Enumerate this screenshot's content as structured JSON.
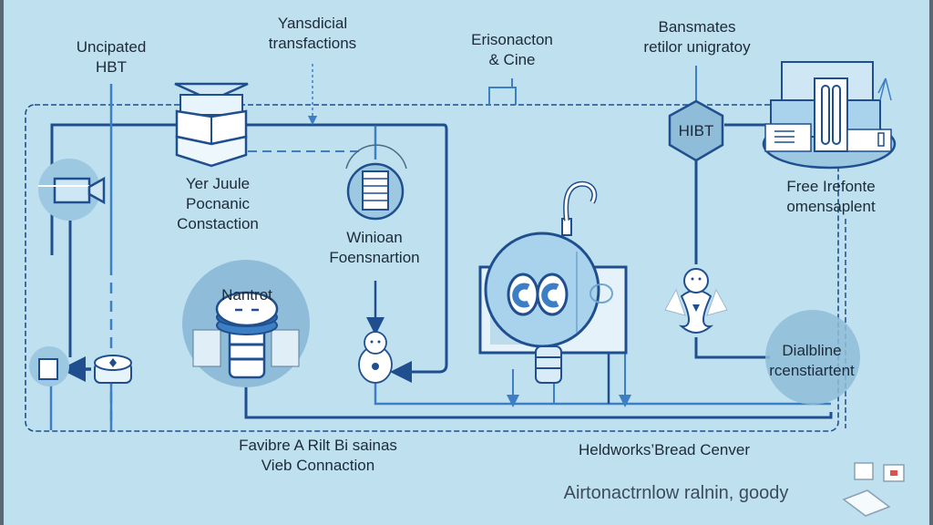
{
  "diagram": {
    "colors": {
      "background": "#bfe0ee",
      "line_dark": "#1f4f8f",
      "line_mid": "#3d7fc4",
      "node_fill": "#9cc8e2",
      "node_light": "#ffffff",
      "text": "#1c2a3a"
    },
    "labels": {
      "uncipated_hbt": [
        "Uncipated",
        "HBT"
      ],
      "yansdicial": [
        "Yansdicial",
        "transfactions"
      ],
      "erisonacton": [
        "Erisonacton",
        "& Cine"
      ],
      "bansmates": [
        "Bansmates",
        "retilor unigratoy"
      ],
      "yer_juule": [
        "Yer Juule",
        "Pocnanic",
        "Constaction"
      ],
      "winioan": [
        "Winioan",
        "Foensnartion"
      ],
      "free_irefonte": [
        "Free Irefonte",
        "omensaplent"
      ],
      "nantrot": "Nantrot",
      "hibt_hex": "HIBT",
      "dialbline": [
        "Dialbline",
        "rcenstiartent"
      ],
      "favibre": [
        "Favibre A Rilt Bi sainas",
        "Vieb Connaction"
      ],
      "heldworks": "Heldworks’Bread Cenver",
      "airtonaction": "Airtonactrnlow ralnin, goody"
    },
    "nodes": [
      {
        "id": "camera",
        "icon": "video-camera-icon"
      },
      {
        "id": "stacked-box",
        "icon": "stacked-box-icon"
      },
      {
        "id": "server-stack",
        "icon": "server-stack-icon"
      },
      {
        "id": "database-node",
        "icon": "database-icon"
      },
      {
        "id": "mascot-small",
        "icon": "mascot-icon"
      },
      {
        "id": "robot-head",
        "icon": "robot-head-icon"
      },
      {
        "id": "hibt-hexagon",
        "icon": "hexagon-icon"
      },
      {
        "id": "datacenter",
        "icon": "datacenter-icon"
      },
      {
        "id": "angel-mascot",
        "icon": "angel-mascot-icon"
      },
      {
        "id": "dialbline-circle",
        "icon": "circle-icon"
      },
      {
        "id": "jar",
        "icon": "jar-icon"
      },
      {
        "id": "disk",
        "icon": "disk-icon"
      },
      {
        "id": "devices",
        "icon": "devices-icon"
      }
    ]
  }
}
